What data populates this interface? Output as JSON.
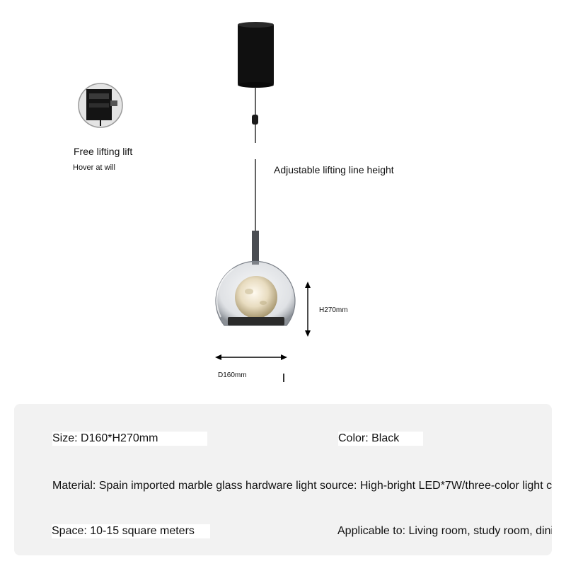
{
  "callout": {
    "title": "Free lifting lift",
    "subtitle": "Hover at will",
    "icon": "lifter-icon"
  },
  "line_label": "Adjustable lifting line height",
  "dimensions": {
    "height": "H270mm",
    "diameter": "D160mm"
  },
  "specs": {
    "size": "Size: D160*H270mm",
    "color": "Color: Black",
    "material": "Material: Spain imported marble glass hardware light source: High-bright LED*7W/three-color light co",
    "space": "Space: 10-15 square meters",
    "applicable": "Applicable to: Living room, study room, dining"
  },
  "colors": {
    "panel_bg": "#f2f2f2",
    "lamp_black": "#111111",
    "glass": "#c8ccd0",
    "marble": "#e6dcc4"
  }
}
